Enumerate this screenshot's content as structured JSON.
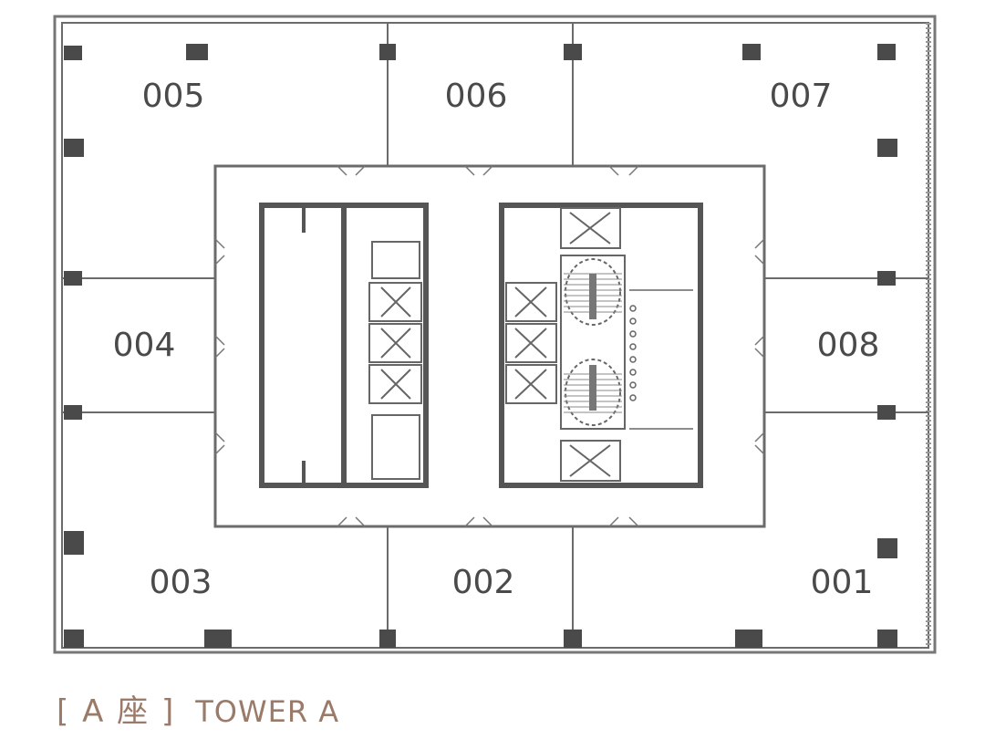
{
  "units": [
    {
      "label": "005"
    },
    {
      "label": "006"
    },
    {
      "label": "007"
    },
    {
      "label": "004"
    },
    {
      "label": "008"
    },
    {
      "label": "003"
    },
    {
      "label": "002"
    },
    {
      "label": "001"
    }
  ],
  "caption": {
    "cn": "[ A 座 ]",
    "en": "TOWER A"
  },
  "colors": {
    "wall": "#5a5a5a",
    "line": "#6b6b6b",
    "caption": "#9a7a68"
  }
}
